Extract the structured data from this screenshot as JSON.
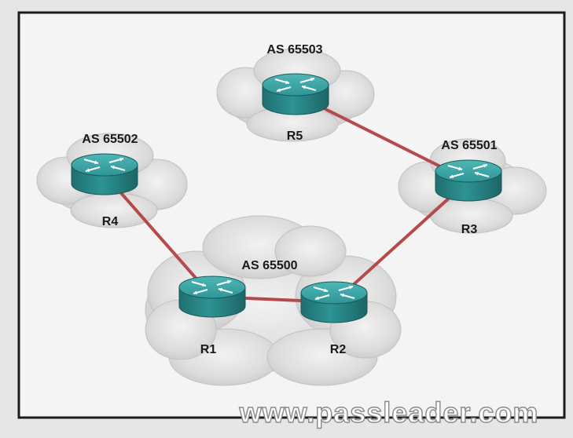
{
  "diagram": {
    "colors": {
      "page_background": "#e6e6e6",
      "frame_background": "#f4f4f4",
      "frame_border": "#1c1c1c",
      "link": "#b54a4a",
      "router_body": "#2e8f8f",
      "router_top": "#3aa3a3",
      "cloud": "#d9d9d9",
      "label_text": "#1a1a1a"
    },
    "autonomous_systems": [
      {
        "id": "as65500",
        "label": "AS 65500"
      },
      {
        "id": "as65501",
        "label": "AS 65501"
      },
      {
        "id": "as65502",
        "label": "AS 65502"
      },
      {
        "id": "as65503",
        "label": "AS 65503"
      }
    ],
    "routers": [
      {
        "id": "R1",
        "label": "R1",
        "as": "as65500"
      },
      {
        "id": "R2",
        "label": "R2",
        "as": "as65500"
      },
      {
        "id": "R3",
        "label": "R3",
        "as": "as65501"
      },
      {
        "id": "R4",
        "label": "R4",
        "as": "as65502"
      },
      {
        "id": "R5",
        "label": "R5",
        "as": "as65503"
      }
    ],
    "links": [
      {
        "from": "R4",
        "to": "R1"
      },
      {
        "from": "R1",
        "to": "R2"
      },
      {
        "from": "R2",
        "to": "R3"
      },
      {
        "from": "R3",
        "to": "R5"
      }
    ]
  },
  "watermark": {
    "text": "www.passleader.com"
  }
}
